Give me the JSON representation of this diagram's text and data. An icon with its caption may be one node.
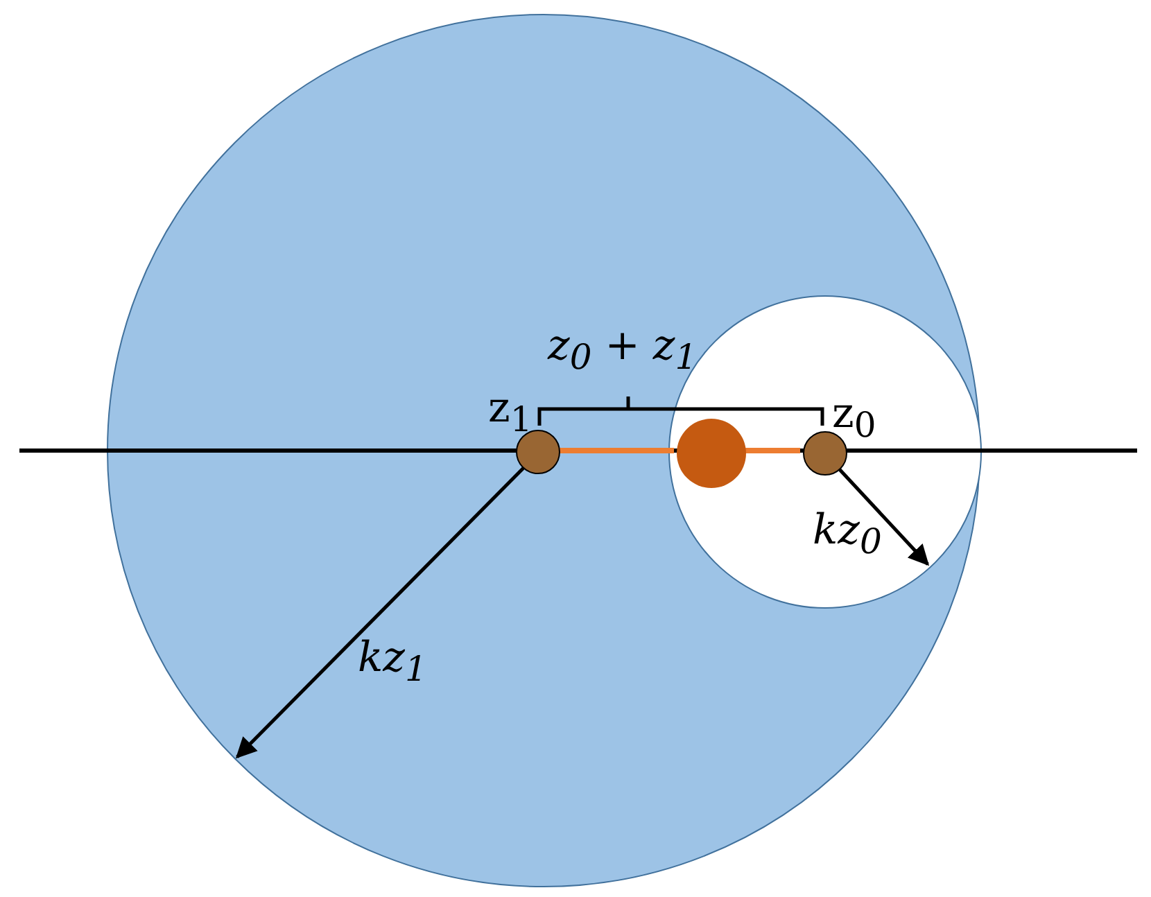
{
  "diagram": {
    "nodes": [
      {
        "text": [],
        "shape": "circle"
      },
      {
        "text": [],
        "shape": "circle",
        "in": 0
      },
      {
        "text": [],
        "shape": "circle",
        "in": 0,
        "beside": [
          "z$_{1}$"
        ]
      },
      {
        "text": [],
        "shape": "circle",
        "in": 1
      },
      {
        "text": [],
        "shape": "circle",
        "in": 1,
        "beside": [
          "z$_{0}$"
        ]
      }
    ],
    "edges": [
      {
        "from": 2,
        "to": 3,
        "arrow": "none",
        "color": "#ed7d31"
      },
      {
        "from": 3,
        "to": 4,
        "arrow": "none",
        "color": "#ed7d31"
      }
    ],
    "labels": [
      "z$_{0}$ + z$_{1}$",
      "kz$_{0}$",
      "kz$_{1}$"
    ]
  }
}
